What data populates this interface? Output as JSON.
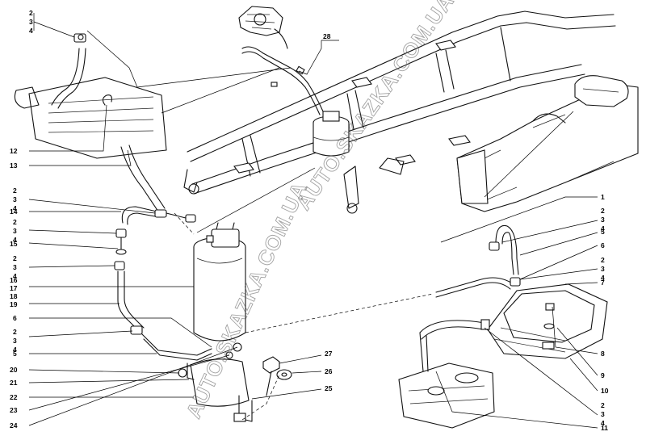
{
  "callouts": {
    "left": [
      {
        "id": "l-2a",
        "text": "2"
      },
      {
        "id": "l-3a",
        "text": "3"
      },
      {
        "id": "l-4a",
        "text": "4"
      },
      {
        "id": "l-12",
        "text": "12"
      },
      {
        "id": "l-13",
        "text": "13"
      },
      {
        "id": "l-2b",
        "text": "2"
      },
      {
        "id": "l-3b",
        "text": "3"
      },
      {
        "id": "l-4b",
        "text": "4"
      },
      {
        "id": "l-14",
        "text": "14"
      },
      {
        "id": "l-2c",
        "text": "2"
      },
      {
        "id": "l-3c",
        "text": "3"
      },
      {
        "id": "l-4c",
        "text": "4"
      },
      {
        "id": "l-15",
        "text": "15"
      },
      {
        "id": "l-2d",
        "text": "2"
      },
      {
        "id": "l-3d",
        "text": "3"
      },
      {
        "id": "l-4d",
        "text": "4"
      },
      {
        "id": "l-16",
        "text": "16"
      },
      {
        "id": "l-17",
        "text": "17"
      },
      {
        "id": "l-18",
        "text": "18"
      },
      {
        "id": "l-19",
        "text": "19"
      },
      {
        "id": "l-6",
        "text": "6"
      },
      {
        "id": "l-2e",
        "text": "2"
      },
      {
        "id": "l-3e",
        "text": "3"
      },
      {
        "id": "l-4e",
        "text": "4"
      },
      {
        "id": "l-5",
        "text": "5"
      },
      {
        "id": "l-20",
        "text": "20"
      },
      {
        "id": "l-21",
        "text": "21"
      },
      {
        "id": "l-22",
        "text": "22"
      },
      {
        "id": "l-23",
        "text": "23"
      },
      {
        "id": "l-24",
        "text": "24"
      }
    ],
    "top": [
      {
        "id": "t-28",
        "text": "28"
      }
    ],
    "center": [
      {
        "id": "c-27",
        "text": "27"
      },
      {
        "id": "c-26",
        "text": "26"
      },
      {
        "id": "c-25",
        "text": "25"
      }
    ],
    "right": [
      {
        "id": "r-1",
        "text": "1"
      },
      {
        "id": "r-2a",
        "text": "2"
      },
      {
        "id": "r-3a",
        "text": "3"
      },
      {
        "id": "r-4a",
        "text": "4"
      },
      {
        "id": "r-5",
        "text": "5"
      },
      {
        "id": "r-6",
        "text": "6"
      },
      {
        "id": "r-2b",
        "text": "2"
      },
      {
        "id": "r-3b",
        "text": "3"
      },
      {
        "id": "r-4b",
        "text": "4"
      },
      {
        "id": "r-7",
        "text": "7"
      },
      {
        "id": "r-8",
        "text": "8"
      },
      {
        "id": "r-9",
        "text": "9"
      },
      {
        "id": "r-10",
        "text": "10"
      },
      {
        "id": "r-2c",
        "text": "2"
      },
      {
        "id": "r-3c",
        "text": "3"
      },
      {
        "id": "r-4c",
        "text": "4"
      },
      {
        "id": "r-11",
        "text": "11"
      }
    ]
  },
  "watermark": {
    "diagonal_left": "AUTO.SKAZKA.COM.UA",
    "diagonal_top": "AUTO.SKAZKA.COM.UA ONLINE"
  },
  "colors": {
    "ink": "#111111",
    "paper": "#ffffff",
    "watermark": "#555555"
  }
}
